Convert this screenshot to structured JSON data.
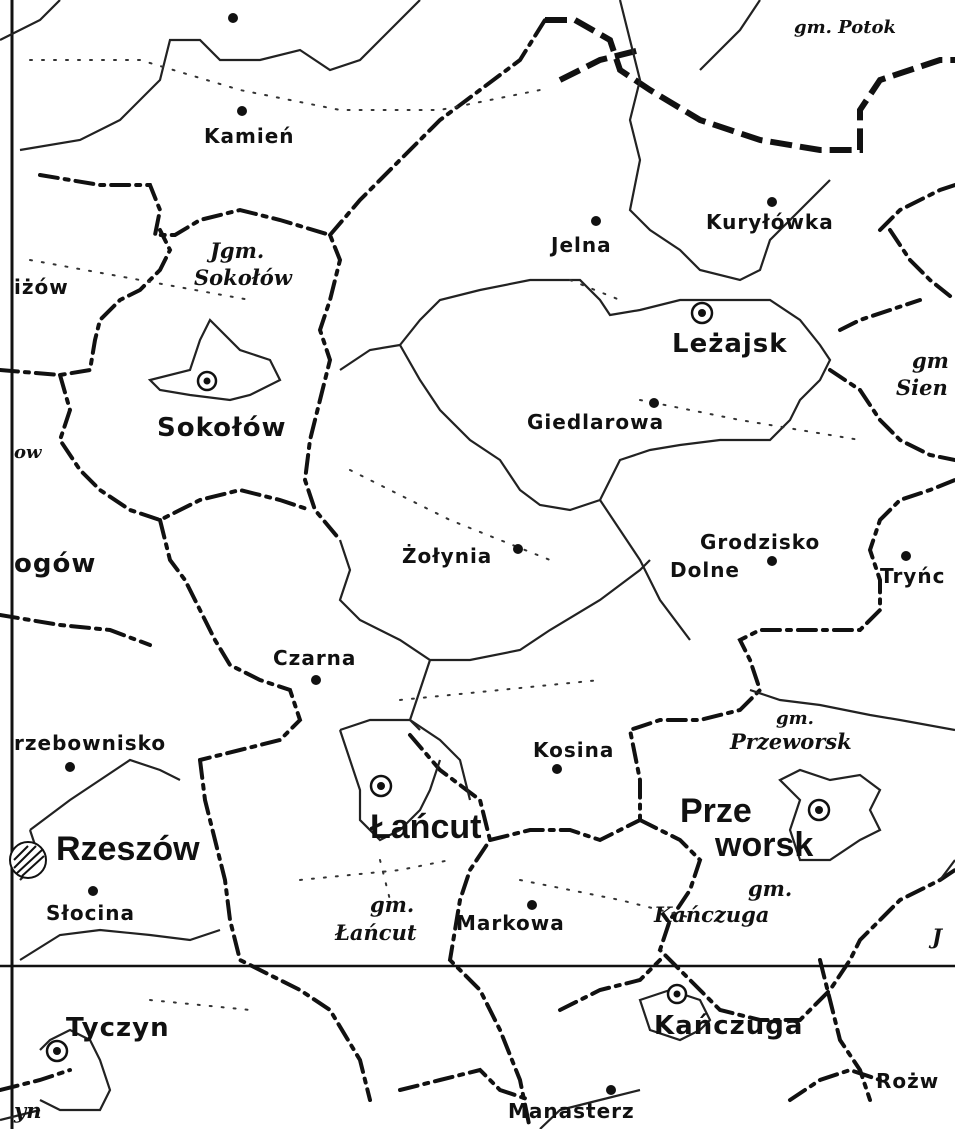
{
  "map": {
    "labels": {
      "kamien": "Kamień",
      "gm_sokolow_1": "Jgm.",
      "gm_sokolow_2": "Sokołów",
      "sokolow": "Sokołów",
      "izow": "iżów",
      "ow_frag": "ow",
      "glogow_frag": "ogów",
      "jelna": "Jelna",
      "kurylowka": "Kuryłówka",
      "lezajsk": "Leżajsk",
      "gm_sien_1": "gm",
      "gm_sien_2": "Sien",
      "giedlarowa": "Giedlarowa",
      "zolynia": "Żołynia",
      "grodzisko_1": "Grodzisko",
      "grodzisko_2": "Dolne",
      "trynca": "Tryńc",
      "czarna": "Czarna",
      "trzebownisko": "rzebownisko",
      "kosina": "Kosina",
      "gm_przeworsk_1": "gm.",
      "gm_przeworsk_2": "Przeworsk",
      "lancut": "Łańcut",
      "rzeszow": "Rzeszów",
      "przeworsk_1": "Prze",
      "przeworsk_2": "worsk",
      "slocina": "Słocina",
      "gm_lancut_1": "gm.",
      "gm_lancut_2": "Łańcut",
      "markowa": "Markowa",
      "gm_kanczuga_1": "gm.",
      "gm_kanczuga_2": "Kańczuga",
      "tyczyn": "Tyczyn",
      "kanczuga": "Kańczuga",
      "rozw": "Rożw",
      "yn_frag": "yn",
      "manasterz": "Manasterz",
      "gm_potok": "gm. Potok",
      "j_frag": "J"
    }
  }
}
